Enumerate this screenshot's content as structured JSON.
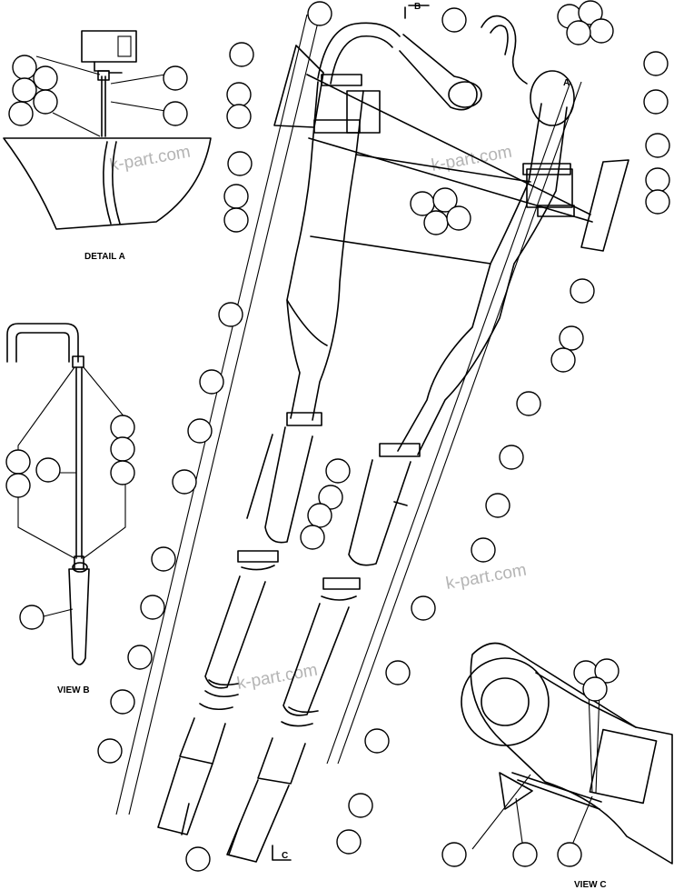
{
  "labels": {
    "detail_a": "DETAIL A",
    "view_b": "VIEW B",
    "view_c": "VIEW C"
  },
  "arrows": {
    "a": "A",
    "b": "B",
    "c": "C"
  },
  "watermark": "k-part.com"
}
